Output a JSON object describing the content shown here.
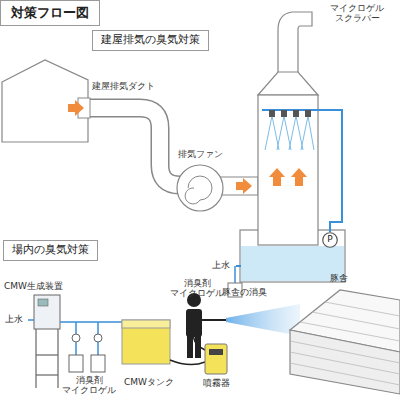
{
  "diagram": {
    "title": "対策フロー図",
    "nodes": [
      {
        "text": [
          "建屋排気の臭気対策"
        ]
      },
      {
        "text": [
          "P"
        ]
      },
      {
        "text": [
          "場内の臭気対策"
        ]
      }
    ],
    "labels": [
      "マイクロゲル スクラバー",
      "建屋排気ダクト",
      "排気ファン",
      "上水",
      "消臭剤 マイクロゲル",
      "CMW生成装置",
      "豚舎の消臭",
      "豚舎",
      "上水",
      "消臭剤 マイクロゲル",
      "CMWタンク",
      "噴霧器"
    ]
  }
}
